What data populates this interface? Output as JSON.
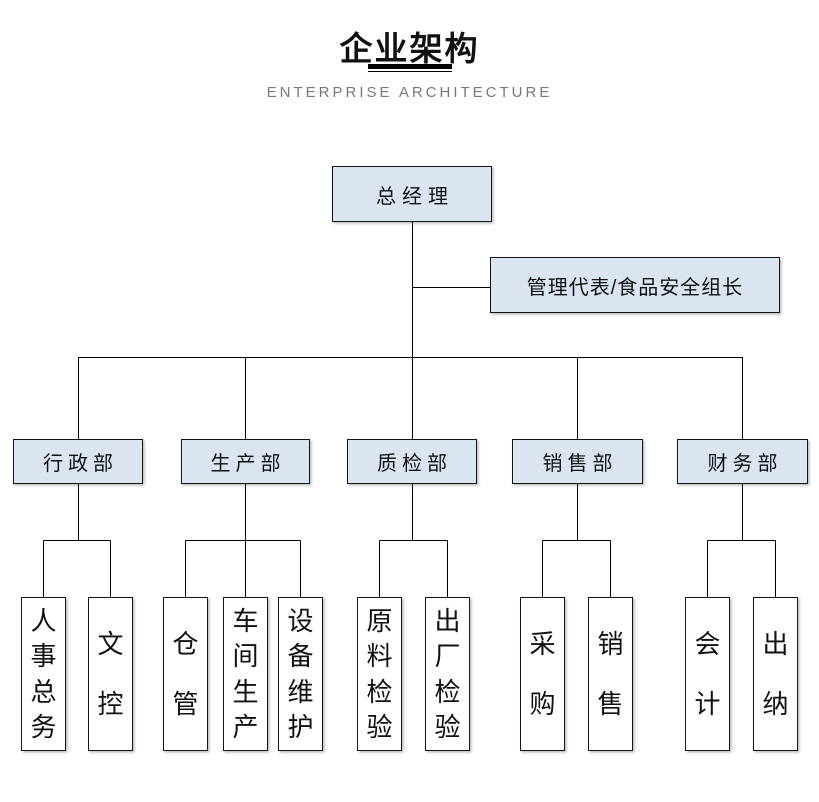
{
  "header": {
    "title": "企业架构",
    "subtitle": "ENTERPRISE ARCHITECTURE"
  },
  "colors": {
    "box_fill_blue": "#dbe5f1",
    "box_fill_white": "#ffffff",
    "box_border": "#151515",
    "connector_line": "#000000",
    "title_color": "#111111",
    "subtitle_color": "#787878"
  },
  "org": {
    "root": {
      "label": "总经理"
    },
    "staff": {
      "label": "管理代表/食品安全组长"
    },
    "departments": [
      {
        "label": "行政部",
        "children": [
          "人事总务",
          "文控"
        ]
      },
      {
        "label": "生产部",
        "children": [
          "仓管",
          "车间生产",
          "设备维护"
        ]
      },
      {
        "label": "质检部",
        "children": [
          "原料检验",
          "出厂检验"
        ]
      },
      {
        "label": "销售部",
        "children": [
          "采购",
          "销售"
        ]
      },
      {
        "label": "财务部",
        "children": [
          "会计",
          "出纳"
        ]
      }
    ]
  }
}
